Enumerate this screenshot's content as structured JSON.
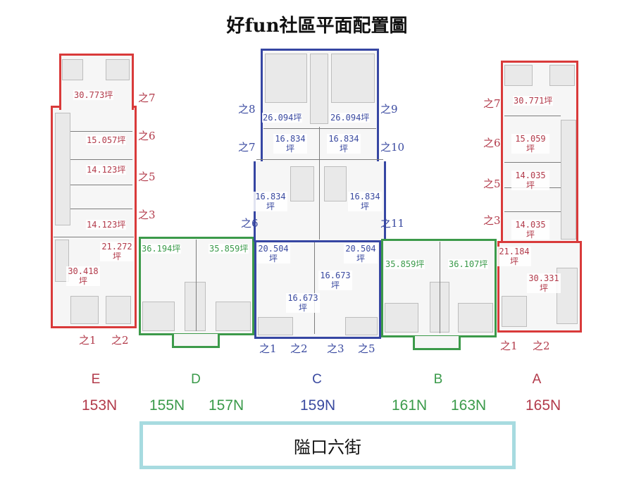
{
  "title": "好fun社區平面配置圖",
  "street": "隘口六街",
  "colors": {
    "building_a_e": "#d93a3a",
    "building_b_d": "#3c9a4a",
    "building_c": "#3646a3",
    "street_border": "#a7dbe0"
  },
  "buildings": {
    "E": {
      "label": "E",
      "addr": "153N",
      "areas": [
        "30.773坪",
        "15.057坪",
        "14.123坪",
        "14.123坪",
        "21.272坪",
        "30.418坪"
      ],
      "units": [
        "之7",
        "之6",
        "之5",
        "之3",
        "之1",
        "之2"
      ]
    },
    "D": {
      "label": "D",
      "addrs": [
        "155N",
        "157N"
      ],
      "areas": [
        "36.194坪",
        "35.859坪"
      ]
    },
    "C": {
      "label": "C",
      "addr": "159N",
      "areas": [
        "26.094坪",
        "26.094坪",
        "16.834坪",
        "16.834坪",
        "16.834坪",
        "16.834坪",
        "20.504坪",
        "20.504坪",
        "16.673坪",
        "16.673坪"
      ],
      "units": [
        "之8",
        "之9",
        "之7",
        "之10",
        "之6",
        "之11",
        "之1",
        "之2",
        "之3",
        "之5"
      ]
    },
    "B": {
      "label": "B",
      "addrs": [
        "161N",
        "163N"
      ],
      "areas": [
        "35.859坪",
        "36.107坪"
      ]
    },
    "A": {
      "label": "A",
      "addr": "165N",
      "areas": [
        "30.771坪",
        "15.059坪",
        "14.035坪",
        "14.035坪",
        "21.184坪",
        "30.331坪"
      ],
      "units": [
        "之7",
        "之6",
        "之5",
        "之3",
        "之1",
        "之2"
      ]
    }
  }
}
